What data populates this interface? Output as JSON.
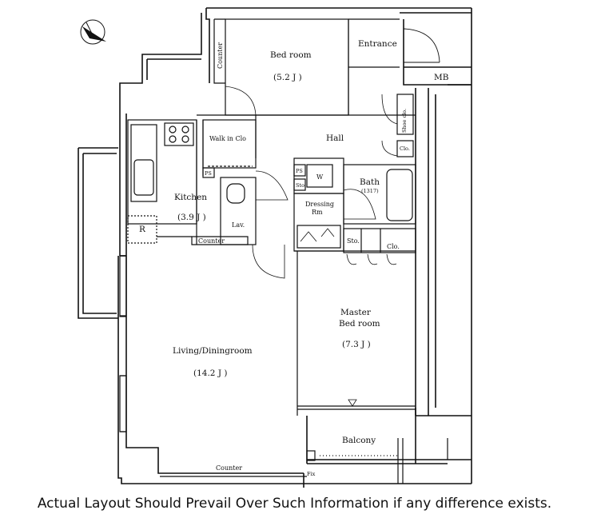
{
  "compass": {
    "icon": "north-arrow-icon"
  },
  "rooms": {
    "bedroom": {
      "name": "Bed room",
      "size": "(5.2 J )"
    },
    "entrance": {
      "name": "Entrance"
    },
    "mb": {
      "name": "MB"
    },
    "counter_top": {
      "name": "Counter"
    },
    "shoe_closet": {
      "name": "Shoe clo."
    },
    "hall": {
      "name": "Hall"
    },
    "clo_hall": {
      "name": "Clo."
    },
    "walk_in": {
      "name": "Walk in Clo"
    },
    "ps1": {
      "name": "PS"
    },
    "ps2": {
      "name": "PS"
    },
    "sto_small": {
      "name": "Sto"
    },
    "washer": {
      "name": "W"
    },
    "bath": {
      "name": "Bath",
      "size": "(1317)"
    },
    "dressing": {
      "name": "Dressing",
      "name2": "Rm"
    },
    "kitchen": {
      "name": "Kitchen",
      "size": "(3.9 J )"
    },
    "fridge": {
      "name": "R"
    },
    "lav": {
      "name": "Lav."
    },
    "counter_kitchen": {
      "name": "Counter"
    },
    "sto": {
      "name": "Sto."
    },
    "clo": {
      "name": "Clo."
    },
    "master": {
      "name": "Master",
      "name2": "Bed room",
      "size": "(7.3 J )"
    },
    "living": {
      "name": "Living/Diningroom",
      "size": "(14.2 J )"
    },
    "balcony": {
      "name": "Balcony"
    },
    "counter_bottom": {
      "name": "Counter"
    },
    "fix": {
      "name": "Fix"
    }
  },
  "footer_note": "Actual Layout Should Prevail Over Such Information if any difference exists."
}
